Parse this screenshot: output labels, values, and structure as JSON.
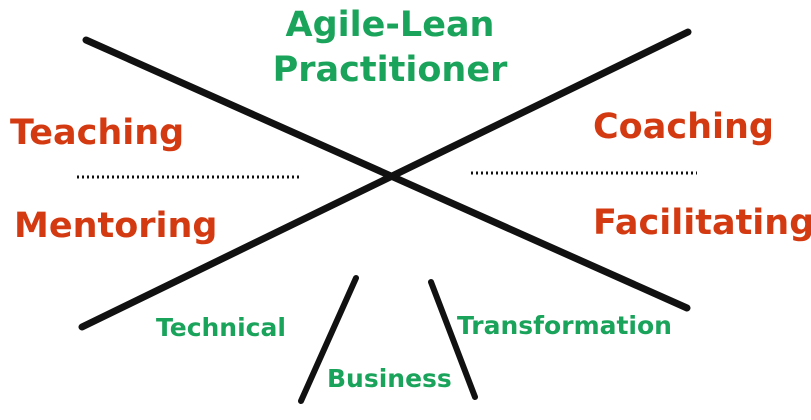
{
  "title": {
    "line1": "Agile-Lean",
    "line2": "Practitioner"
  },
  "left_quadrant": {
    "top": "Teaching",
    "bottom": "Mentoring"
  },
  "right_quadrant": {
    "top": "Coaching",
    "bottom": "Facilitating"
  },
  "lower_branches": {
    "left": "Technical",
    "center": "Business",
    "right": "Transformation"
  },
  "colors": {
    "primary_text": "#1aa35a",
    "secondary_text": "#d43a12",
    "lines": "#111111",
    "background": "#ffffff"
  }
}
